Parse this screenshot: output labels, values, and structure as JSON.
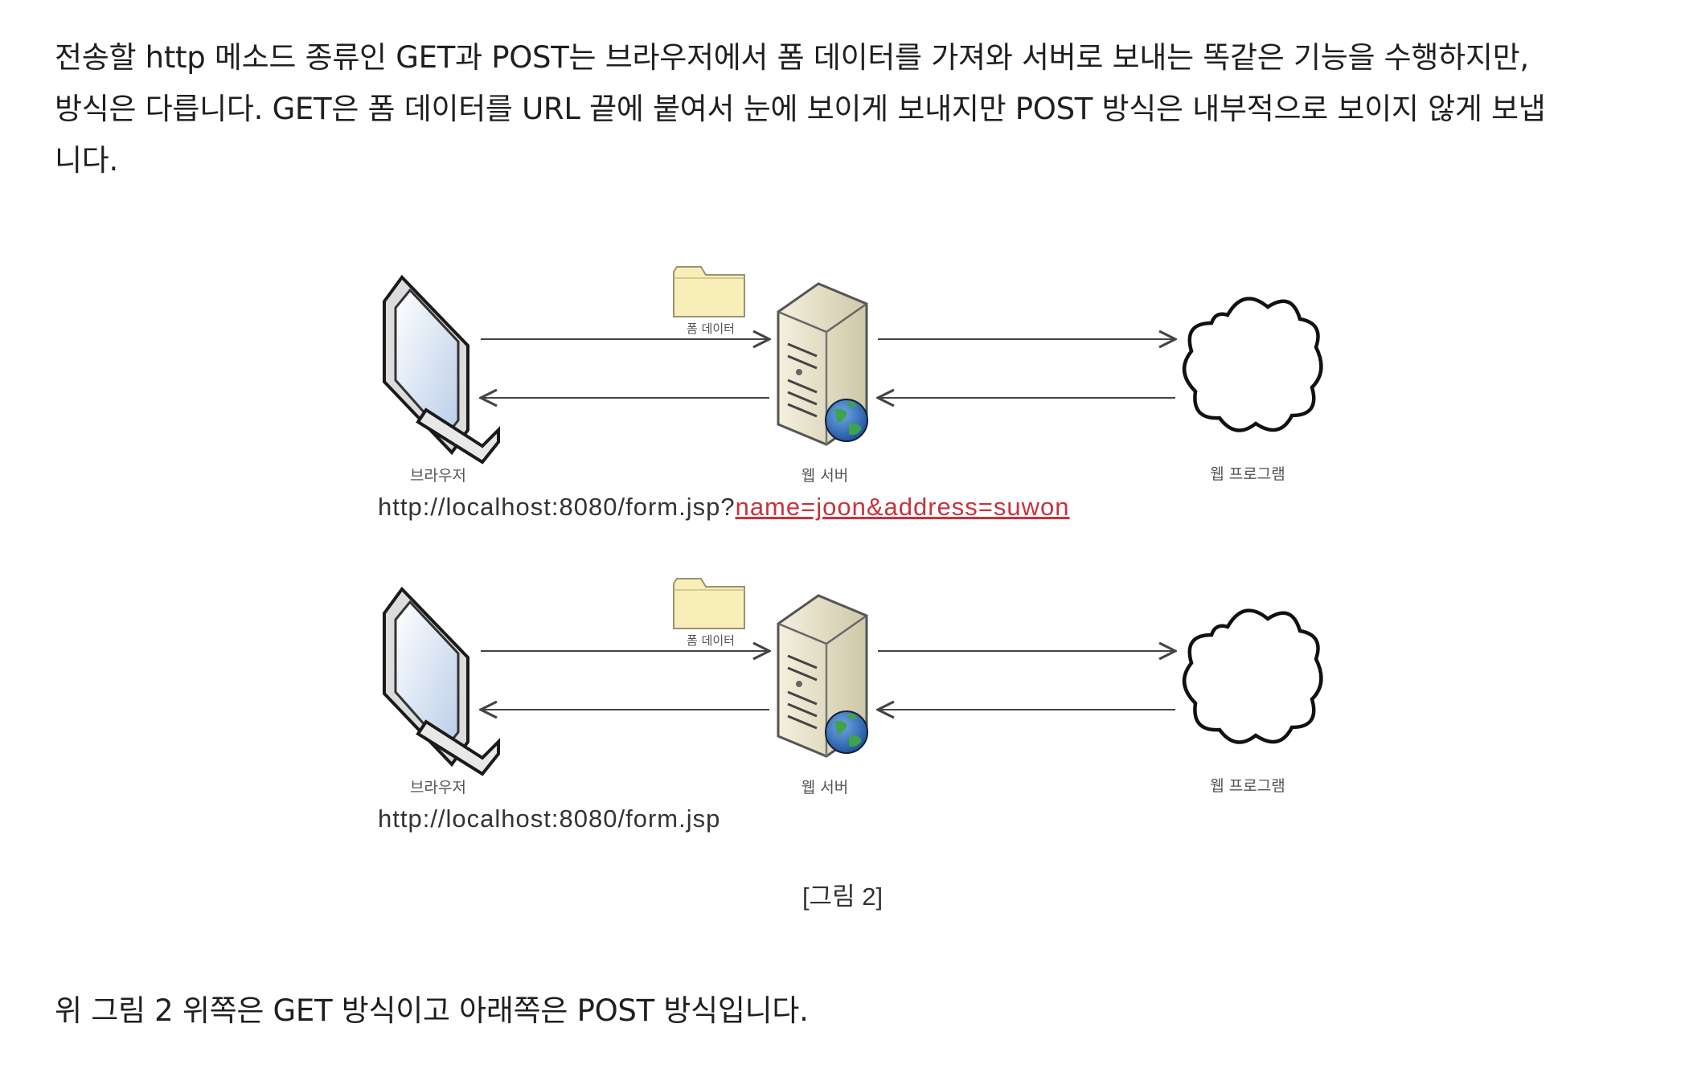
{
  "intro": {
    "lines": [
      "전송할 http 메소드 종류인 GET과 POST는 브라우저에서 폼 데이터를 가져와 서버로 보내는 똑같은 기능을 수행하지만,",
      "방식은 다릅니다. GET은 폼 데이터를 URL 끝에 붙여서 눈에 보이게 보내지만 POST 방식은 내부적으로 보이지 않게 보냅",
      "니다."
    ]
  },
  "figure": {
    "get": {
      "form_label": "폼 데이터",
      "browser_label": "브라우저",
      "server_label": "웹 서버",
      "program_label": "웹 프로그램",
      "url_base": "http://localhost:8080/form.jsp?",
      "url_query": "name=joon&address=suwon"
    },
    "post": {
      "form_label": "폼 데이터",
      "browser_label": "브라우저",
      "server_label": "웹 서버",
      "program_label": "웹 프로그램",
      "url_base": "http://localhost:8080/form.jsp"
    },
    "caption": "[그림 2]"
  },
  "outro": {
    "text": "위 그림 2 위쪽은 GET 방식이고 아래쪽은 POST 방식입니다."
  }
}
